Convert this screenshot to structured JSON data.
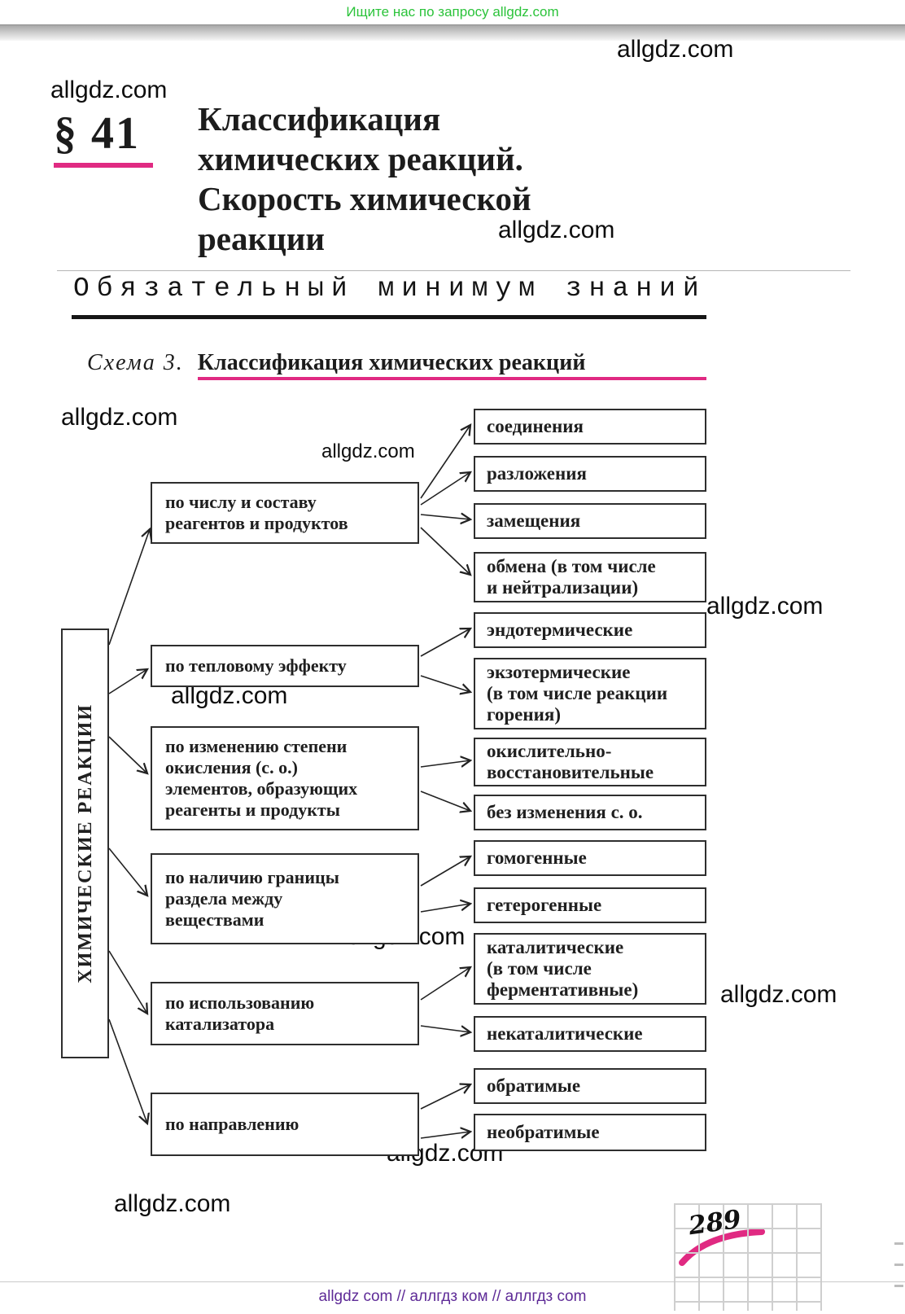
{
  "page": {
    "top_banner": "Ищите нас по запросу allgdz.com",
    "watermark": "allgdz.com",
    "footer": "allgdz com  //  аллгдз ком  //  аллгдз com",
    "page_number": "289"
  },
  "colors": {
    "accent_pink": "#e02a82",
    "banner_green": "#2bc33a",
    "footer_purple": "#5e2b97"
  },
  "header": {
    "paragraph_number": "§ 41",
    "title_lines": [
      "Классификация",
      "химических реакций.",
      "Скорость химической",
      "реакции"
    ],
    "section_heading": "Обязательный минимум знаний",
    "schema_label": "Схема 3.",
    "schema_title": "Классификация химических реакций"
  },
  "diagram": {
    "root": "ХИМИЧЕСКИЕ РЕАКЦИИ",
    "categories": [
      {
        "label": "по числу и составу\nреагентов и продуктов",
        "children": [
          "соединения",
          "разложения",
          "замещения",
          "обмена (в том числе\nи нейтрализации)"
        ]
      },
      {
        "label": "по тепловому эффекту",
        "children": [
          "эндотермические",
          "экзотермические\n(в том числе реакции\nгорения)"
        ]
      },
      {
        "label": "по изменению степени\nокисления (с. о.)\nэлементов, образующих\nреагенты и продукты",
        "children": [
          "окислительно-\nвосстановительные",
          "без изменения с. о."
        ]
      },
      {
        "label": "по наличию границы\nраздела между\nвеществами",
        "children": [
          "гомогенные",
          "гетерогенные"
        ]
      },
      {
        "label": "по использованию\nкатализатора",
        "children": [
          "каталитические\n(в том числе\nферментативные)",
          "некаталитические"
        ]
      },
      {
        "label": "по направлению",
        "children": [
          "обратимые",
          "необратимые"
        ]
      }
    ]
  }
}
